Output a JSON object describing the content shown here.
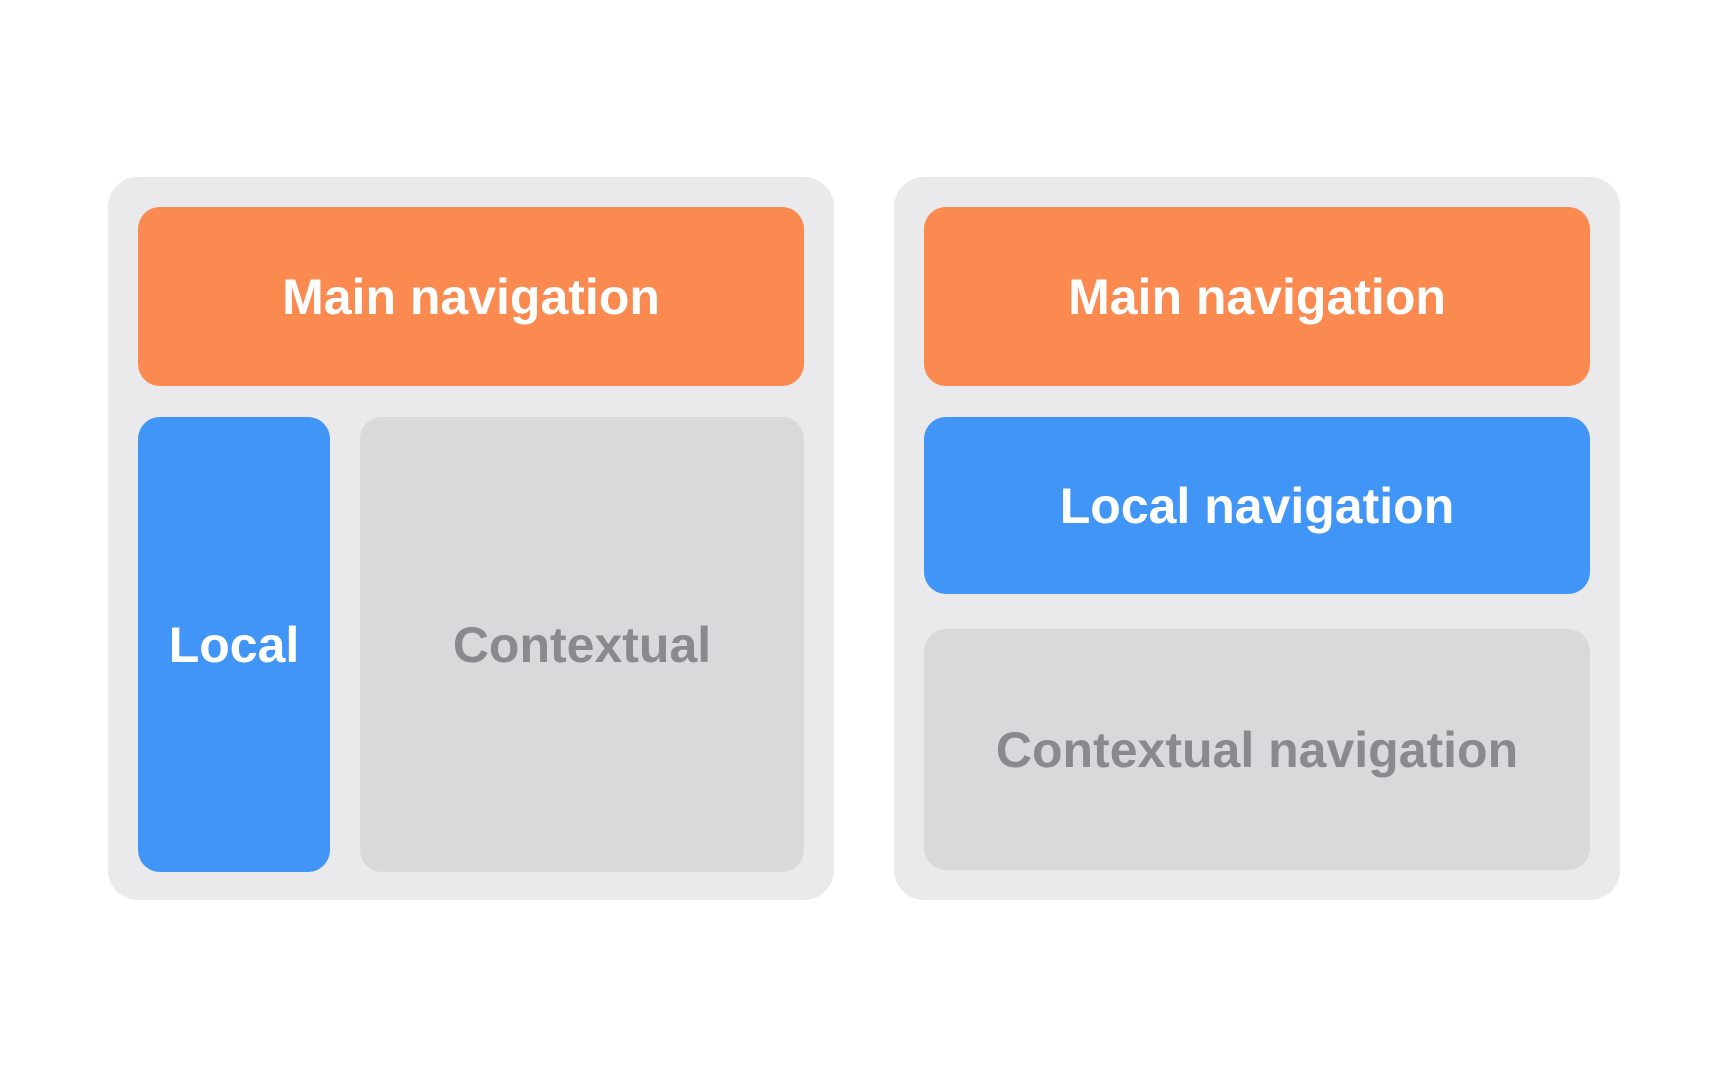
{
  "colors": {
    "page_background": "#ffffff",
    "panel_background": "#eaeaec",
    "main_navigation": "#fa8a50",
    "local_navigation": "#4095f6",
    "contextual_navigation": "#d9d9db",
    "label_on_color": "#ffffff",
    "label_on_gray": "#8a8a8e"
  },
  "diagrams": {
    "sidebar_layout": {
      "main_nav_label": "Main navigation",
      "local_nav_label": "Local",
      "contextual_label": "Contextual"
    },
    "stacked_layout": {
      "main_nav_label": "Main navigation",
      "local_nav_label": "Local navigation",
      "contextual_label": "Contextual navigation"
    }
  }
}
